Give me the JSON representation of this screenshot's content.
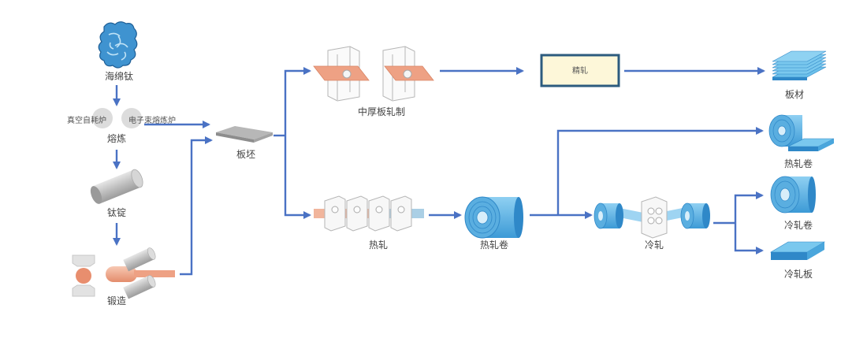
{
  "colors": {
    "arrow": "#4a72c4",
    "blue_light": "#8fc8ea",
    "blue_mid": "#5aaee0",
    "blue_dark": "#2f88c8",
    "copper": "#f0a98c",
    "copper_dark": "#e08a6a",
    "sponge": "#3f93d0",
    "frame": "#bbbbbb",
    "box_border": "#2c5b7e",
    "box_fill": "#fdf7d9",
    "text": "#444444"
  },
  "nodes": {
    "sponge_titanium": "海绵钛",
    "vacuum_arc_furnace": "真空自耗炉",
    "electron_beam_furnace": "电子束熔炼炉",
    "melting": "熔炼",
    "ingot": "钛锭",
    "forging": "锻造",
    "slab": "板坯",
    "medium_thick_rolling": "中厚板轧制",
    "finish_rolling": "精轧",
    "plate": "板材",
    "hot_rolling": "热轧",
    "hot_rolled_coil": "热轧卷",
    "hot_rolled_coil_out": "热轧卷",
    "cold_rolling": "冷轧",
    "cold_rolled_coil": "冷轧卷",
    "cold_rolled_sheet": "冷轧板"
  },
  "icons": {
    "sponge": "sponge-titanium-icon",
    "furnace": "furnace-circle-icon",
    "ingot": "ingot-cylinder-icon",
    "forging": "forging-press-icon",
    "slab": "slab-icon",
    "rolling_stand": "rolling-stand-icon",
    "coil": "coil-icon",
    "stack": "plate-stack-icon"
  }
}
